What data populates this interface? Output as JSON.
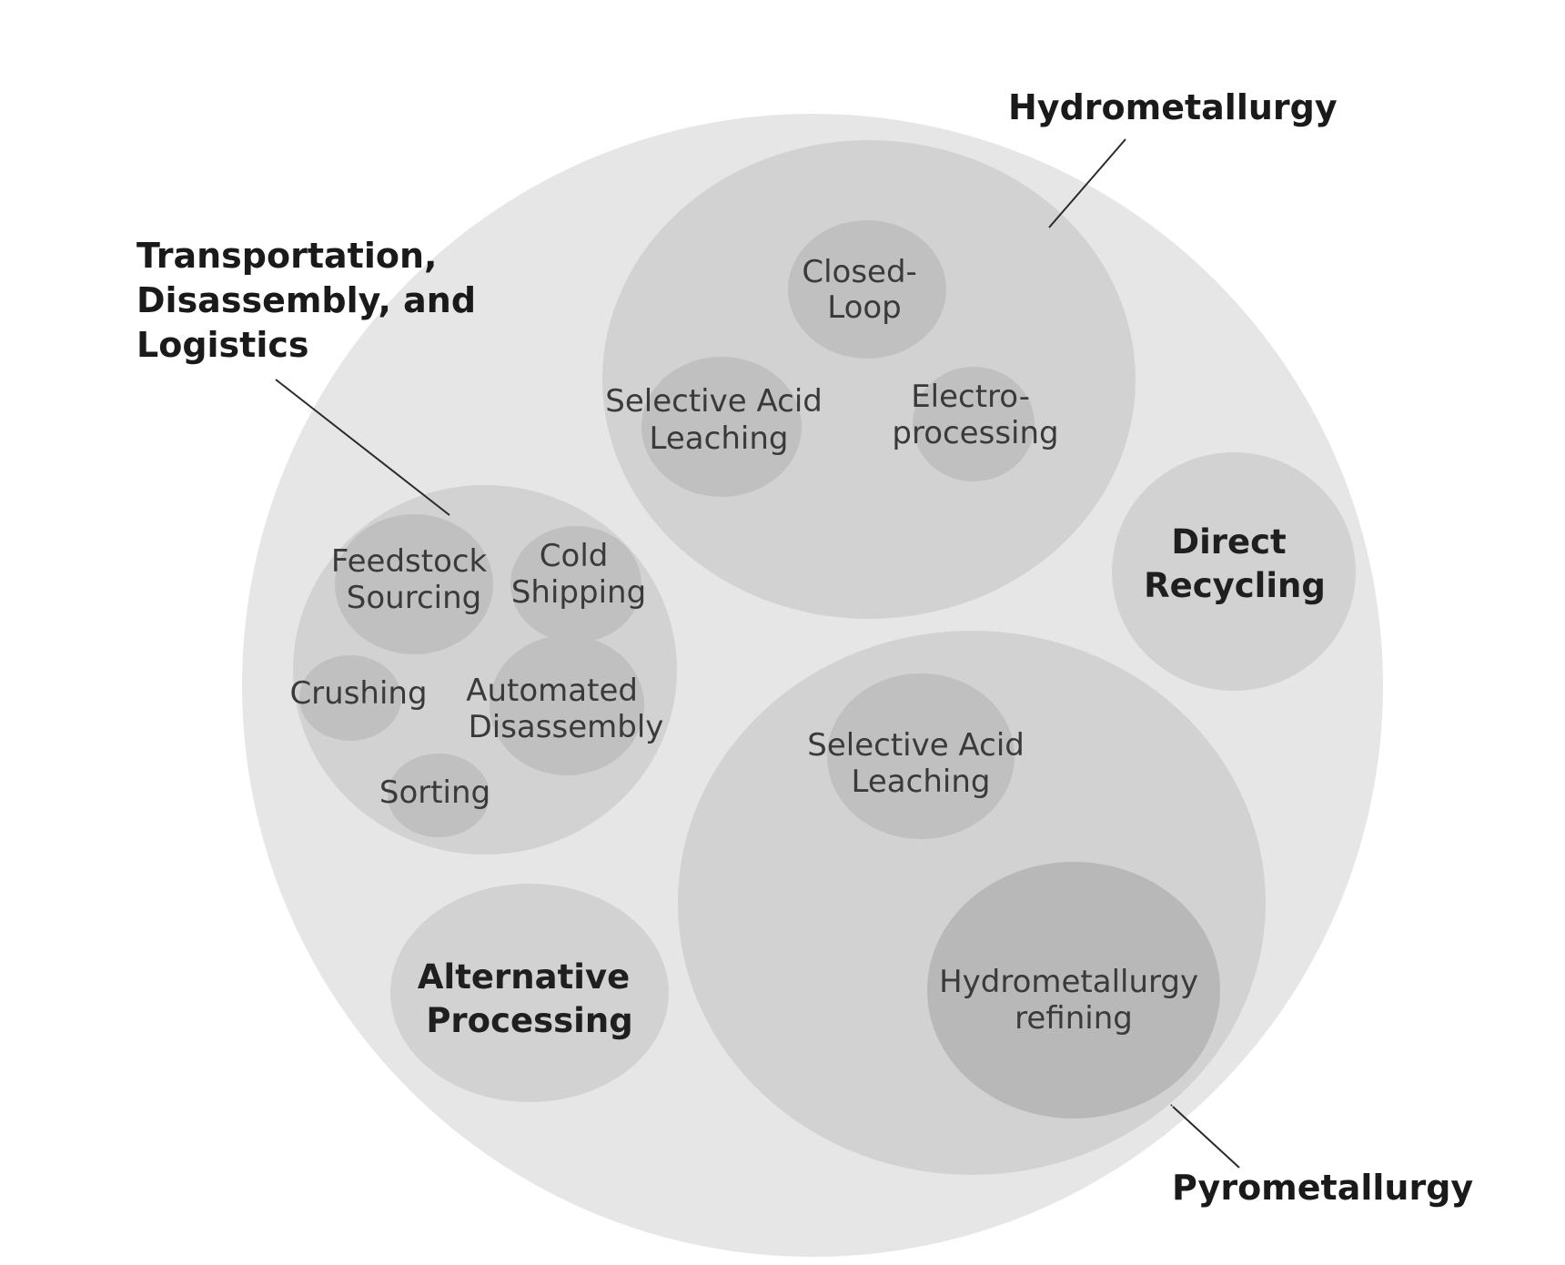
{
  "diagram": {
    "colors": {
      "outer": "#e6e6e6",
      "group": "#d2d2d2",
      "leaf": "#c0c0c0",
      "leaf_dark": "#b8b8b8"
    },
    "labels": {
      "hydrometallurgy": "Hydrometallurgy",
      "transportation": [
        "Transportation,",
        "Disassembly, and",
        "Logistics"
      ],
      "pyrometallurgy": "Pyrometallurgy",
      "direct_recycling": [
        "Direct",
        "Recycling"
      ],
      "alternative_processing": [
        "Alternative",
        "Processing"
      ]
    },
    "hydrometallurgy_items": {
      "closed_loop": [
        "Closed-",
        "Loop"
      ],
      "selective_acid_leaching": [
        "Selective Acid",
        "Leaching"
      ],
      "electroprocessing": [
        "Electro-",
        "processing"
      ]
    },
    "transportation_items": {
      "feedstock_sourcing": [
        "Feedstock",
        "Sourcing"
      ],
      "cold_shipping": [
        "Cold",
        "Shipping"
      ],
      "crushing": "Crushing",
      "automated_disassembly": [
        "Automated",
        "Disassembly"
      ],
      "sorting": "Sorting"
    },
    "pyrometallurgy_items": {
      "selective_acid_leaching": [
        "Selective Acid",
        "Leaching"
      ],
      "hydrometallurgy_refining": [
        "Hydrometallurgy",
        "refining"
      ]
    }
  }
}
